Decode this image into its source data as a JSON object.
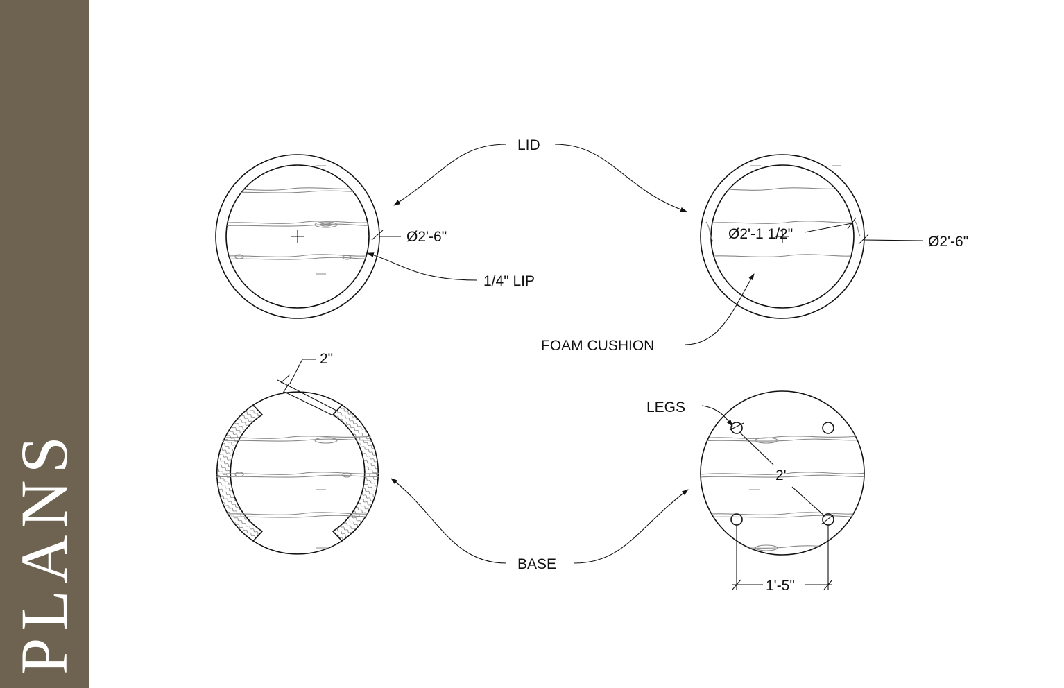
{
  "sidebar": {
    "title": "PLANS",
    "color": "#6e6350"
  },
  "labels": {
    "lid": "LID",
    "lid_diameter_left": "Ø2'-6\"",
    "lip": "1/4\" LIP",
    "inner_diameter": "Ø2'-1 1/2\"",
    "lid_diameter_right": "Ø2'-6\"",
    "foam_cushion": "FOAM CUSHION",
    "wall_thickness": "2\"",
    "legs": "LEGS",
    "leg_diagonal": "2'",
    "leg_spacing": "1'-5\"",
    "base": "BASE"
  }
}
